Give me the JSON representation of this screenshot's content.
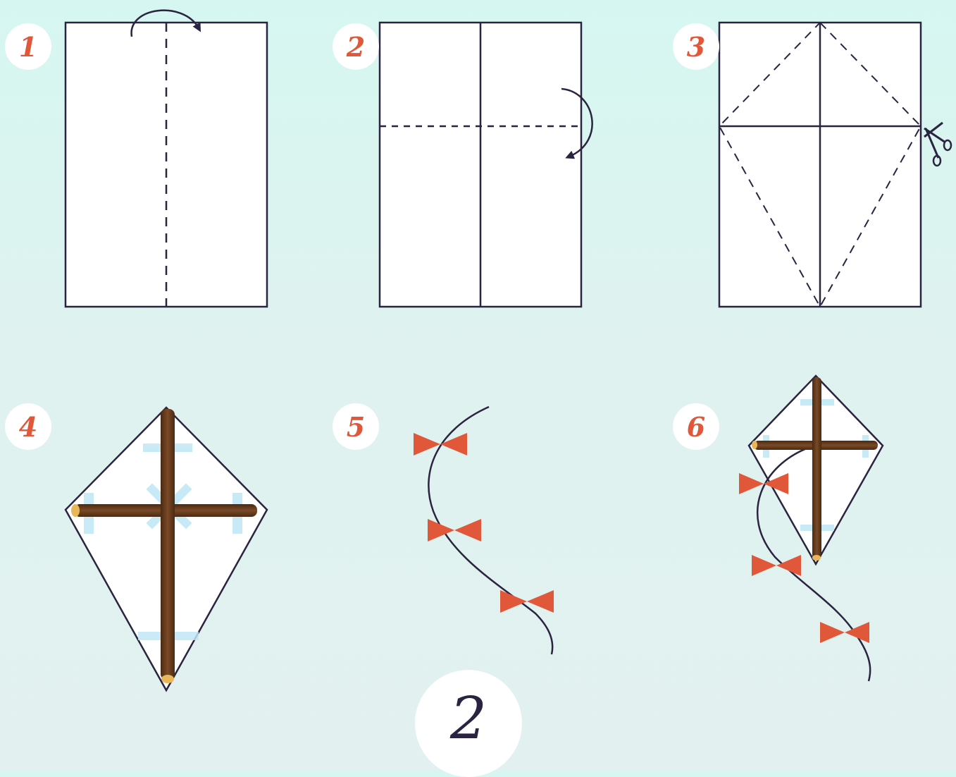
{
  "steps": [
    {
      "id": 1,
      "label": "1"
    },
    {
      "id": 2,
      "label": "2"
    },
    {
      "id": 3,
      "label": "3"
    },
    {
      "id": 4,
      "label": "4"
    },
    {
      "id": 5,
      "label": "5"
    },
    {
      "id": 6,
      "label": "6"
    }
  ],
  "page_number": "2",
  "colors": {
    "background_top": "#d6f7f1",
    "background_bottom": "#e2f1f0",
    "outline": "#2b2440",
    "accent": "#e1573a",
    "stick": "#6b3d1e",
    "tape": "#bfe6f5"
  },
  "icons": [
    "fold-arrow-icon",
    "scissors-icon",
    "bow-icon",
    "stick-icon",
    "tape-icon"
  ]
}
